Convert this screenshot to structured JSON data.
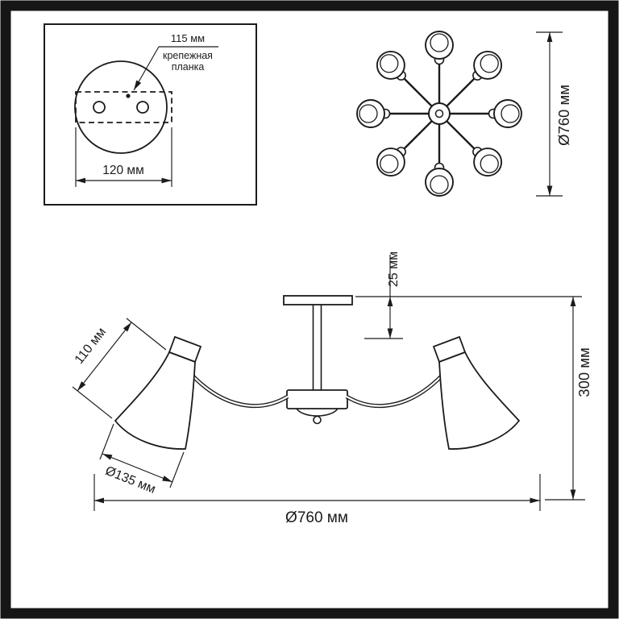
{
  "meta": {
    "ink_color": "#1b1b1b",
    "background_color": "#ffffff"
  },
  "mount_detail": {
    "spacing_label": "115 мм",
    "bracket_label_line1": "крепежная",
    "bracket_label_line2": "планка",
    "plate_width_label": "120 мм"
  },
  "top_view": {
    "diameter_label": "Ø760 мм"
  },
  "side_view": {
    "canopy_height_label": "25 мм",
    "total_height_label": "300 мм",
    "shade_height_label": "110 мм",
    "shade_diameter_label": "Ø135 мм",
    "total_width_label": "Ø760 мм"
  }
}
